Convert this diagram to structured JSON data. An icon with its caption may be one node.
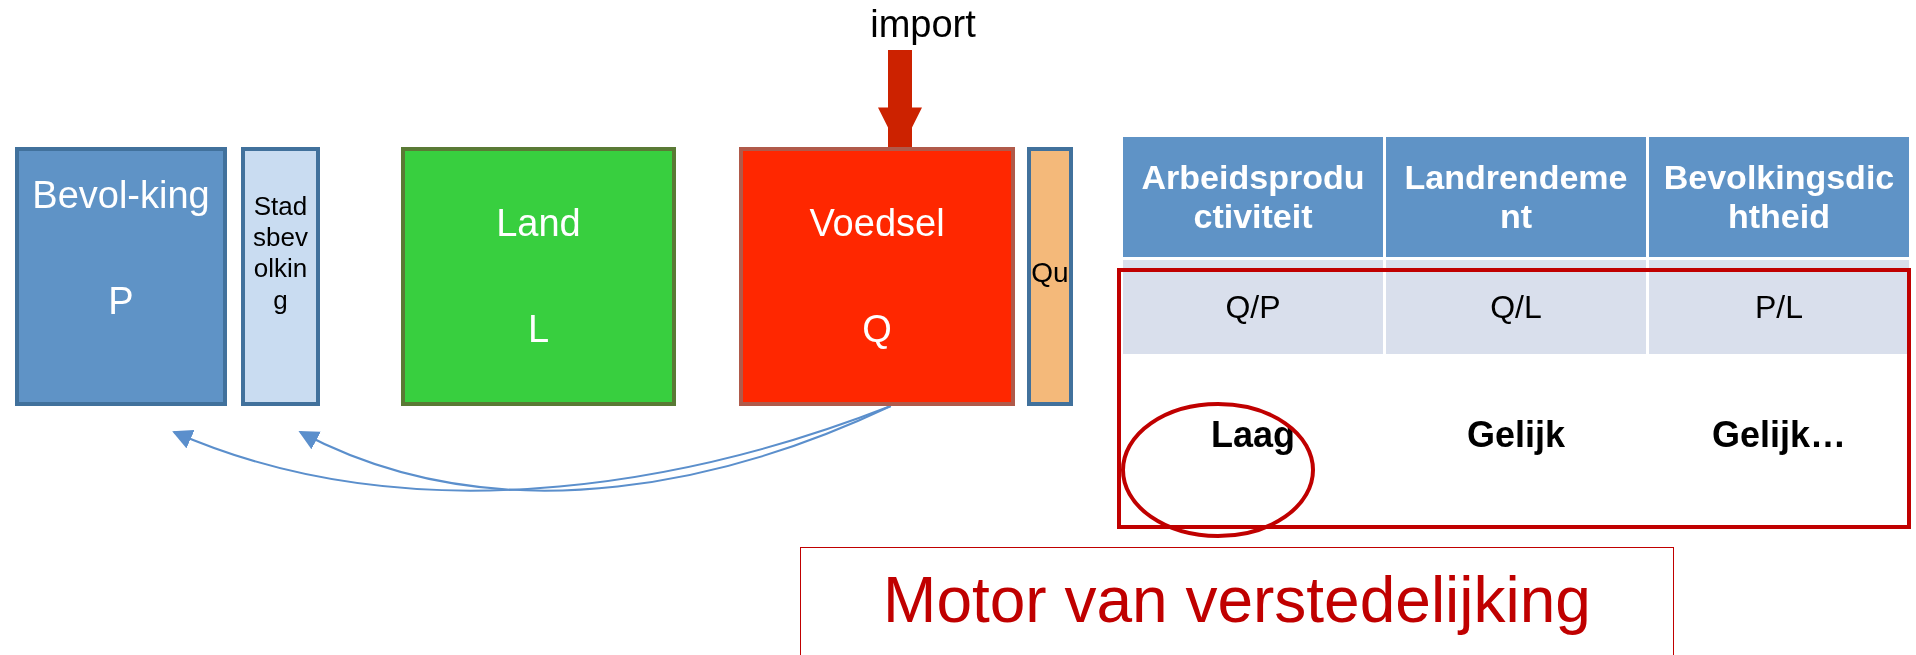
{
  "diagram": {
    "nodes": [
      {
        "text": [
          "Bevol-king",
          "P"
        ]
      },
      {
        "text": [
          "Stadsbevolking"
        ]
      },
      {
        "text": [
          "Land",
          "L"
        ]
      },
      {
        "text": [
          "Voedsel",
          "Q"
        ]
      },
      {
        "text": [
          "Qu"
        ]
      },
      {
        "text": [
          "import"
        ]
      },
      {
        "text": [
          "Motor van verstedelijking"
        ]
      }
    ],
    "edges": [
      {
        "from": 5,
        "to": 3,
        "arrow": "to",
        "style": "thick",
        "color": "#cc2200"
      },
      {
        "from": 3,
        "to": 0,
        "arrow": "to"
      },
      {
        "from": 3,
        "to": 1,
        "arrow": "to"
      }
    ],
    "labels": [
      "Arbeidsproductiviteit",
      "Landrendement",
      "Bevolkingsdichtheid",
      "Q/P",
      "Q/L",
      "P/L",
      "Laag",
      "Gelijk",
      "Gelijk…"
    ]
  }
}
